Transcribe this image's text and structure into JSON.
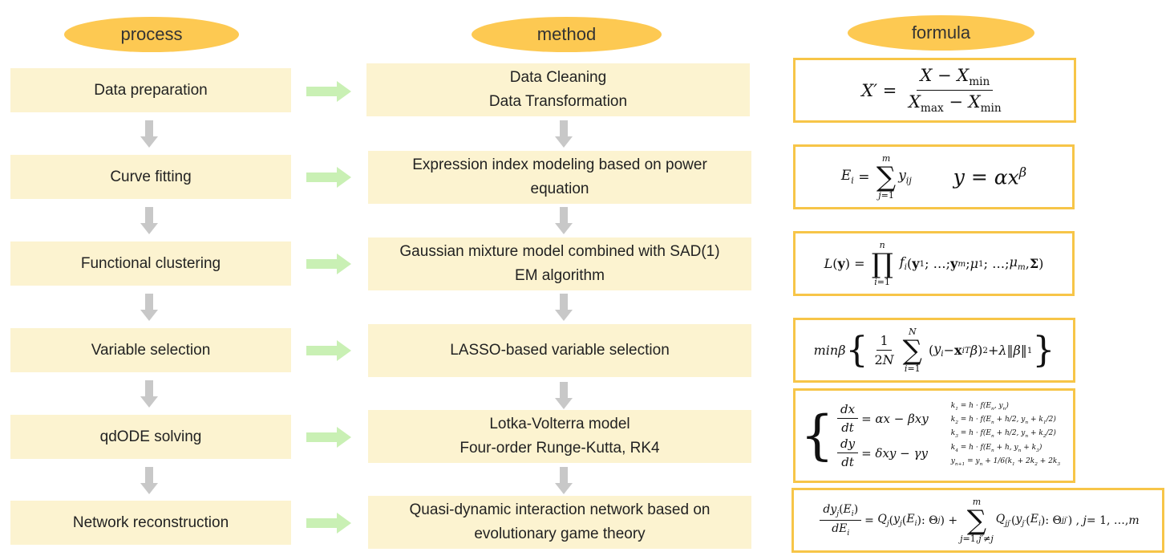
{
  "headers": {
    "process": "process",
    "method": "method",
    "formula": "formula"
  },
  "rows": [
    {
      "process": "Data preparation",
      "method": [
        "Data Cleaning",
        "Data Transformation"
      ]
    },
    {
      "process": "Curve fitting",
      "method": [
        "Expression index modeling based on power",
        "equation"
      ]
    },
    {
      "process": "Functional clustering",
      "method": [
        "Gaussian mixture model combined with SAD(1)",
        "EM algorithm"
      ]
    },
    {
      "process": "Variable selection",
      "method": [
        "LASSO-based variable selection"
      ]
    },
    {
      "process": "qdODE solving",
      "method": [
        "Lotka-Volterra model",
        "Four-order Runge-Kutta, RK4"
      ]
    },
    {
      "process": "Network reconstruction",
      "method": [
        "Quasi-dynamic interaction network based on",
        "evolutionary game theory"
      ]
    }
  ],
  "colors": {
    "header_pill": "#fdc952",
    "box_fill": "#fcf3d0",
    "formula_border": "#f7c548",
    "green_arrow": "#c9f0b4",
    "gray_arrow": "#c8c8c8"
  }
}
